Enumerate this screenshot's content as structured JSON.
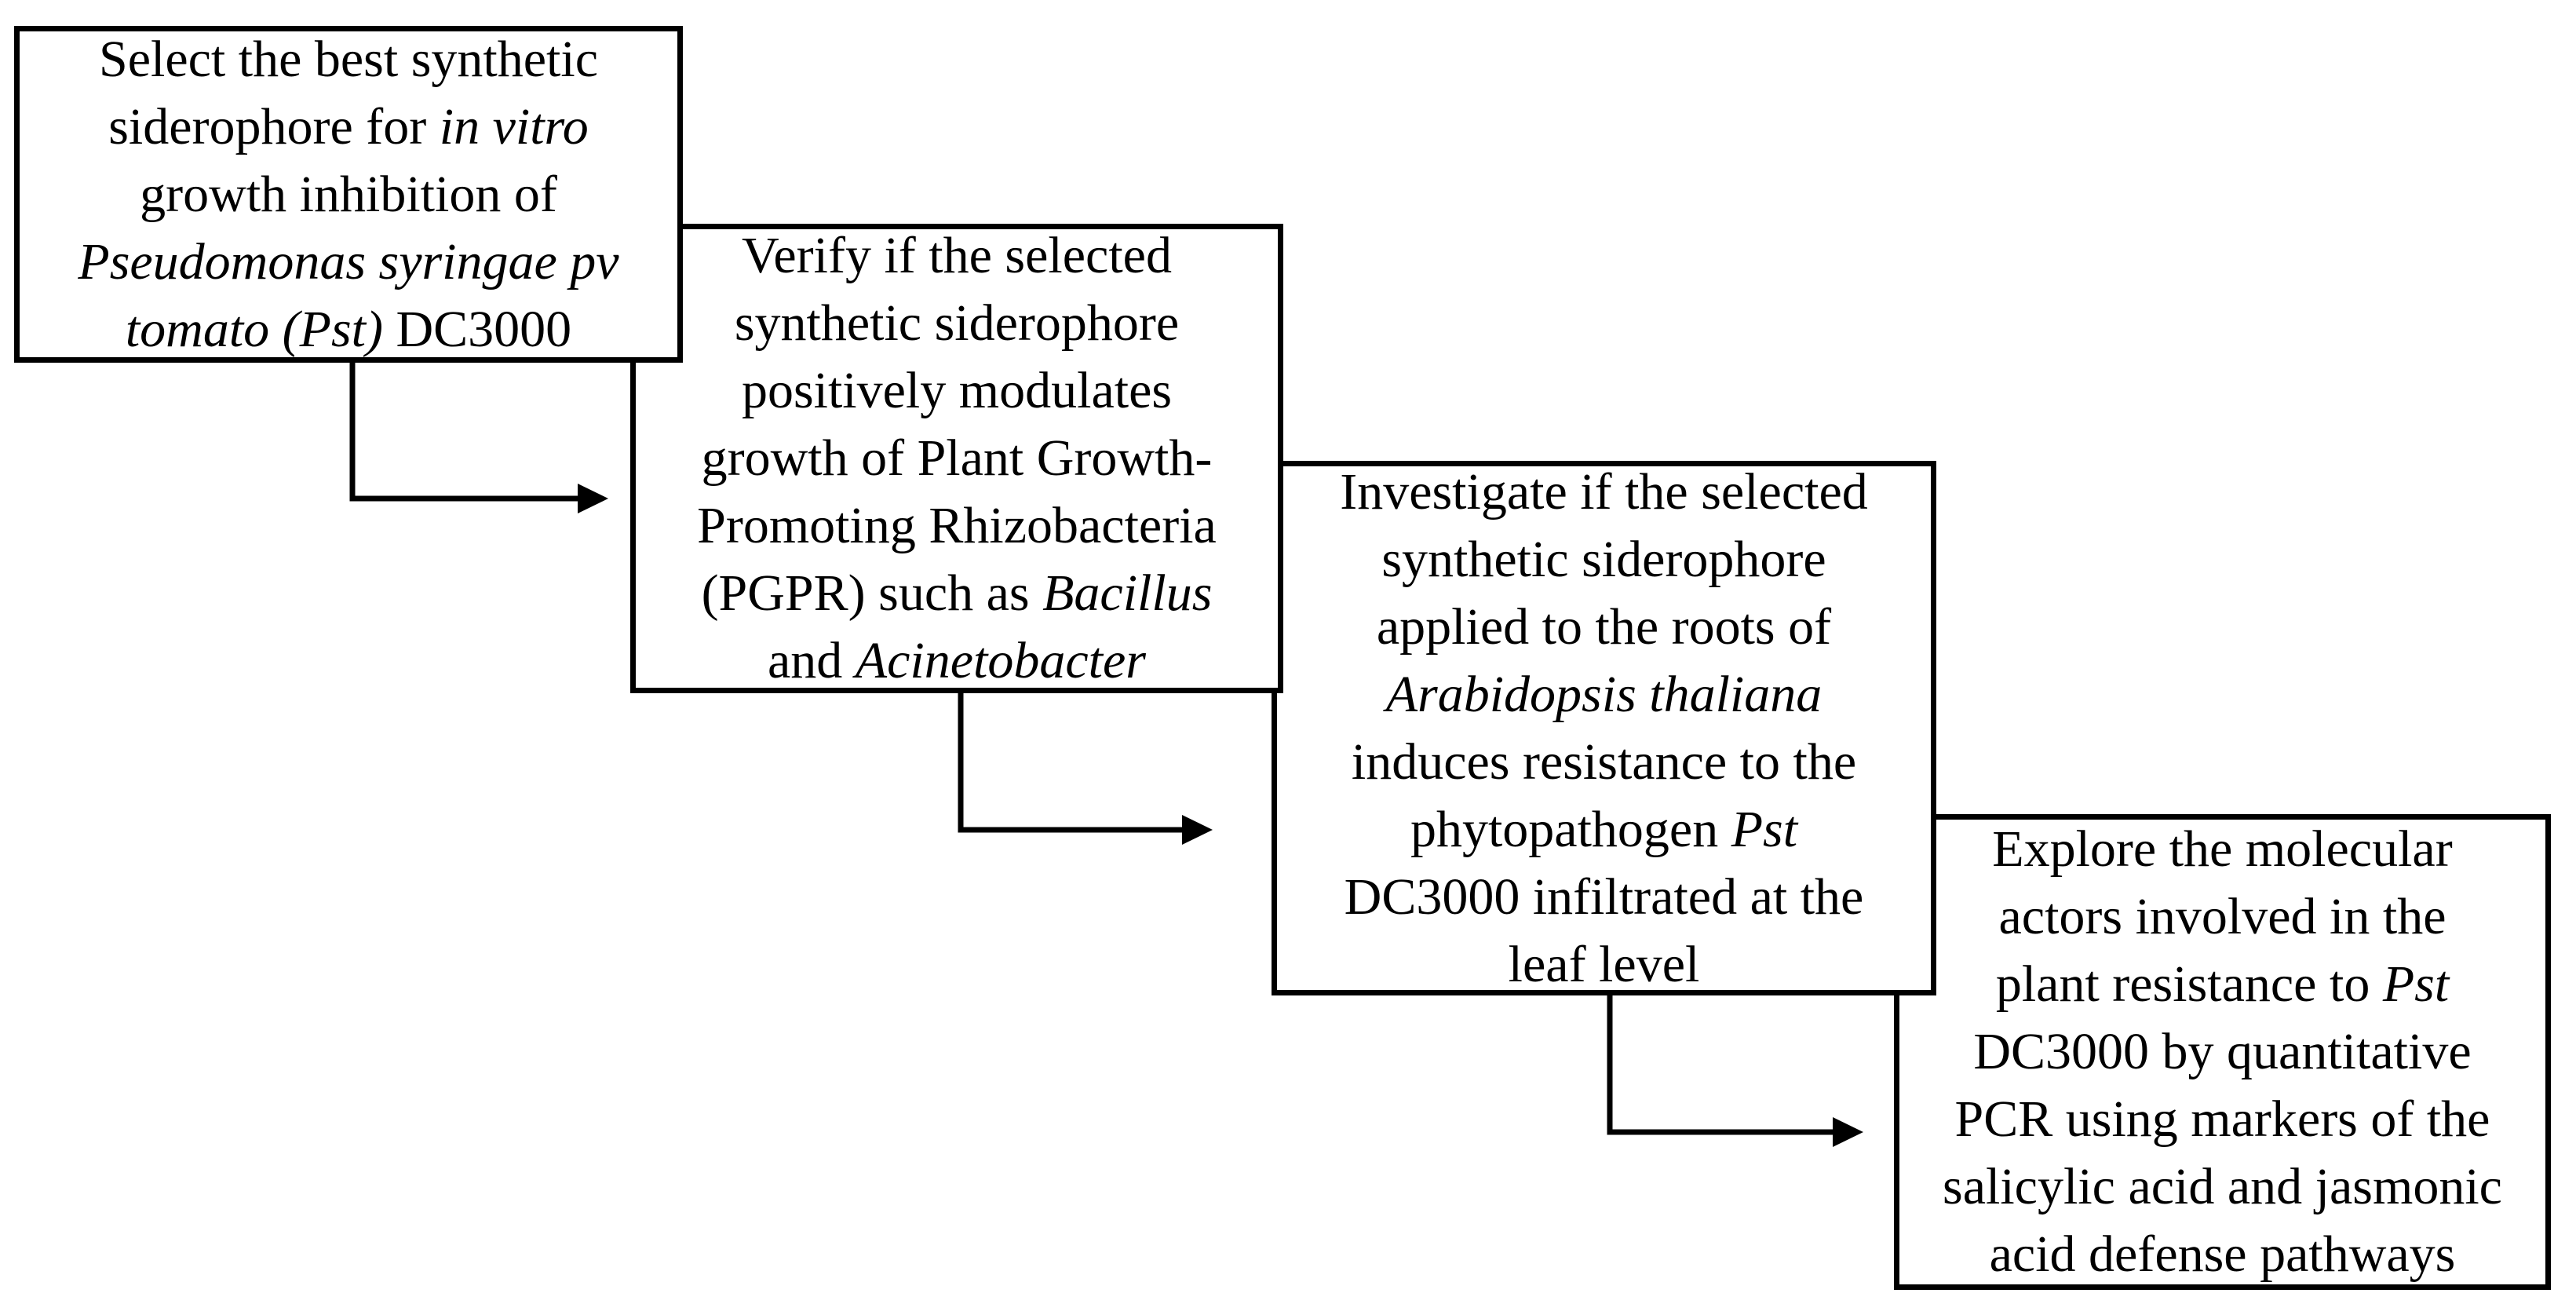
{
  "figure": {
    "type": "flowchart",
    "description": "Four-step experimental workflow diagram, boxes cascading top-left to bottom-right connected by elbow arrows",
    "colors": {
      "background": "#ffffff",
      "box_fill": "#ffffff",
      "box_border": "#000000",
      "text": "#000000",
      "arrow": "#000000"
    },
    "boxes": [
      {
        "id": "step-1",
        "lines": [
          [
            {
              "t": "Select the best synthetic"
            }
          ],
          [
            {
              "t": "siderophore for "
            },
            {
              "t": "in vitro",
              "i": true
            }
          ],
          [
            {
              "t": "growth inhibition of"
            }
          ],
          [
            {
              "t": "Pseudomonas syringae pv",
              "i": true
            }
          ],
          [
            {
              "t": "tomato (Pst)",
              "i": true
            },
            {
              "t": " DC3000"
            }
          ]
        ]
      },
      {
        "id": "step-2",
        "lines": [
          [
            {
              "t": "Verify if the selected"
            }
          ],
          [
            {
              "t": "synthetic siderophore"
            }
          ],
          [
            {
              "t": "positively modulates"
            }
          ],
          [
            {
              "t": "growth of Plant Growth-"
            }
          ],
          [
            {
              "t": "Promoting Rhizobacteria"
            }
          ],
          [
            {
              "t": "(PGPR) such as "
            },
            {
              "t": "Bacillus",
              "i": true
            }
          ],
          [
            {
              "t": "and "
            },
            {
              "t": "Acinetobacter",
              "i": true
            }
          ]
        ]
      },
      {
        "id": "step-3",
        "lines": [
          [
            {
              "t": "Investigate if the selected"
            }
          ],
          [
            {
              "t": "synthetic siderophore"
            }
          ],
          [
            {
              "t": "applied to the roots of"
            }
          ],
          [
            {
              "t": "Arabidopsis thaliana",
              "i": true
            }
          ],
          [
            {
              "t": "induces resistance to the"
            }
          ],
          [
            {
              "t": "phytopathogen "
            },
            {
              "t": "Pst",
              "i": true
            }
          ],
          [
            {
              "t": "DC3000 infiltrated at the"
            }
          ],
          [
            {
              "t": "leaf level"
            }
          ]
        ]
      },
      {
        "id": "step-4",
        "lines": [
          [
            {
              "t": "Explore the molecular"
            }
          ],
          [
            {
              "t": "actors involved in the"
            }
          ],
          [
            {
              "t": "plant resistance to "
            },
            {
              "t": "Pst",
              "i": true
            }
          ],
          [
            {
              "t": "DC3000 by quantitative"
            }
          ],
          [
            {
              "t": "PCR using markers of the"
            }
          ],
          [
            {
              "t": "salicylic acid and jasmonic"
            }
          ],
          [
            {
              "t": "acid defense pathways"
            }
          ]
        ]
      }
    ]
  }
}
